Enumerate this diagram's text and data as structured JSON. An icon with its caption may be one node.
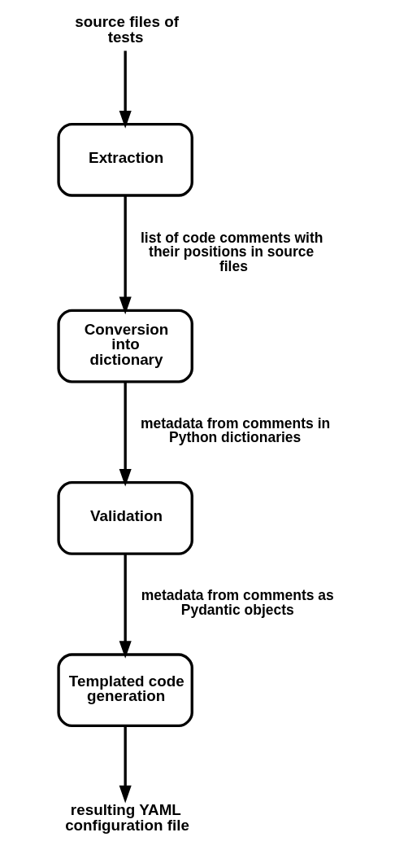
{
  "diagram": {
    "nodes": [
      {
        "text": [
          "source files of tests"
        ]
      },
      {
        "text": [
          "Extraction"
        ]
      },
      {
        "text": [
          "Conversion into dictionary"
        ]
      },
      {
        "text": [
          "Validation"
        ]
      },
      {
        "text": [
          "Templated code generation"
        ]
      },
      {
        "text": [
          "resulting YAML configuration file"
        ]
      }
    ],
    "edges": [
      {
        "from": 0,
        "to": 1,
        "arrow": "to"
      },
      {
        "from": 1,
        "to": 2,
        "arrow": "to",
        "label": "list of code comments with their positions in source files"
      },
      {
        "from": 2,
        "to": 3,
        "arrow": "to",
        "label": "metadata from comments in Python dictionaries"
      },
      {
        "from": 3,
        "to": 4,
        "arrow": "to",
        "label": "metadata from comments as Pydantic objects"
      },
      {
        "from": 4,
        "to": 5,
        "arrow": "to"
      }
    ]
  }
}
